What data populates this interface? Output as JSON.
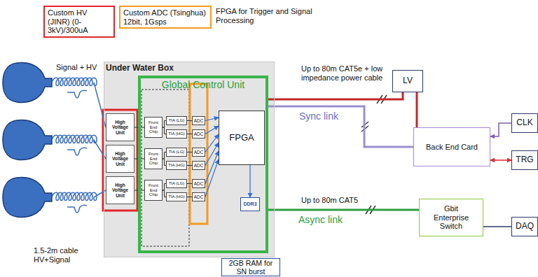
{
  "diagram": {
    "nodes": [
      {
        "text": [
          "Custom HV (JINR) (0-3kV)/300uA"
        ]
      },
      {
        "text": [
          "Custom ADC (Tsinghua) 12bit, 1Gsps"
        ]
      },
      {
        "text": [
          "Under Water Box"
        ]
      },
      {
        "text": [
          "High Voltage Unit"
        ],
        "in": 2
      },
      {
        "text": [
          "High Voltage Unit"
        ],
        "in": 2
      },
      {
        "text": [
          "High Voltage Unit"
        ],
        "in": 2
      },
      {
        "text": [
          "Global Control Unit"
        ],
        "in": 2
      },
      {
        "text": [
          "Front End Chip"
        ],
        "in": 6
      },
      {
        "text": [
          "Front End Chip"
        ],
        "in": 6
      },
      {
        "text": [
          "Front End Chip"
        ],
        "in": 6
      },
      {
        "text": [
          "TIA (LG)"
        ],
        "in": 6
      },
      {
        "text": [
          "TIA (HG)"
        ],
        "in": 6
      },
      {
        "text": [
          "TIA (LG)"
        ],
        "in": 6
      },
      {
        "text": [
          "TIA (HG)"
        ],
        "in": 6
      },
      {
        "text": [
          "TIA (LG)"
        ],
        "in": 6
      },
      {
        "text": [
          "TIA (HG)"
        ],
        "in": 6
      },
      {
        "text": [
          "ADC"
        ],
        "in": 6
      },
      {
        "text": [
          "ADC"
        ],
        "in": 6
      },
      {
        "text": [
          "ADC"
        ],
        "in": 6
      },
      {
        "text": [
          "ADC"
        ],
        "in": 6
      },
      {
        "text": [
          "ADC"
        ],
        "in": 6
      },
      {
        "text": [
          "ADC"
        ],
        "in": 6
      },
      {
        "text": [
          "FPGA"
        ],
        "in": 6
      },
      {
        "text": [
          "DDR3"
        ],
        "in": 6
      },
      {
        "text": [
          "2GB RAM for SN burst"
        ]
      },
      {
        "text": [
          "LV"
        ]
      },
      {
        "text": [
          "Back End Card"
        ]
      },
      {
        "text": [
          "CLK"
        ]
      },
      {
        "text": [
          "TRG"
        ]
      },
      {
        "text": [
          "Gbit Enterprise Switch"
        ]
      },
      {
        "text": [
          "DAQ"
        ]
      }
    ],
    "edges": [
      {
        "from": 3,
        "to": 7,
        "arrow": "none"
      },
      {
        "from": 4,
        "to": 8,
        "arrow": "none"
      },
      {
        "from": 5,
        "to": 9,
        "arrow": "none"
      },
      {
        "from": 7,
        "to": 10,
        "arrow": "none"
      },
      {
        "from": 7,
        "to": 11,
        "arrow": "none"
      },
      {
        "from": 8,
        "to": 12,
        "arrow": "none"
      },
      {
        "from": 8,
        "to": 13,
        "arrow": "none"
      },
      {
        "from": 9,
        "to": 14,
        "arrow": "none"
      },
      {
        "from": 9,
        "to": 15,
        "arrow": "none"
      },
      {
        "from": 10,
        "to": 16,
        "arrow": "none"
      },
      {
        "from": 11,
        "to": 17,
        "arrow": "none"
      },
      {
        "from": 12,
        "to": 18,
        "arrow": "none"
      },
      {
        "from": 13,
        "to": 19,
        "arrow": "none"
      },
      {
        "from": 14,
        "to": 20,
        "arrow": "none"
      },
      {
        "from": 15,
        "to": 21,
        "arrow": "none"
      },
      {
        "from": 16,
        "to": 22,
        "arrow": "to"
      },
      {
        "from": 17,
        "to": 22,
        "arrow": "to"
      },
      {
        "from": 18,
        "to": 22,
        "arrow": "to"
      },
      {
        "from": 19,
        "to": 22,
        "arrow": "to"
      },
      {
        "from": 20,
        "to": 22,
        "arrow": "to"
      },
      {
        "from": 21,
        "to": 22,
        "arrow": "to"
      },
      {
        "from": 22,
        "to": 23,
        "arrow": "to"
      },
      {
        "from": 6,
        "to": 26,
        "label": "Sync link",
        "arrow": "none"
      },
      {
        "from": 6,
        "to": 25,
        "arrow": "none"
      },
      {
        "from": 25,
        "to": 26,
        "arrow": "none"
      },
      {
        "from": 27,
        "to": 26,
        "arrow": "to"
      },
      {
        "from": 26,
        "to": 28,
        "arrow": "both"
      },
      {
        "from": 6,
        "to": 29,
        "label": "Async link",
        "arrow": "none"
      },
      {
        "from": 29,
        "to": 30,
        "arrow": "none"
      }
    ],
    "labels": [
      "FPGA for Trigger and Signal Processing",
      "Signal + HV",
      "1.5-2m cable HV+Signal",
      "Up to 80m CAT5e + low impedance power cable",
      "Up to 80m CAT5"
    ]
  }
}
